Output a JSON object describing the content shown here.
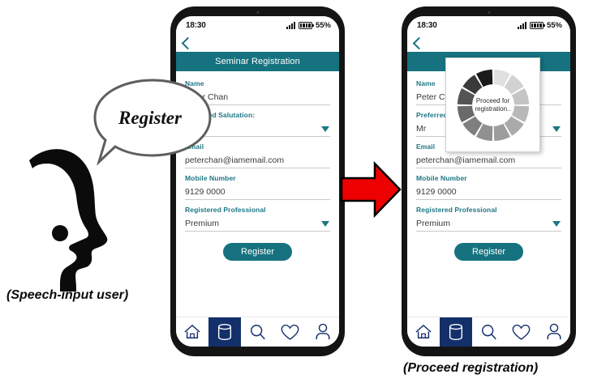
{
  "theme": {
    "teal": "#16727f",
    "label_teal": "#1d7784",
    "nav_active": "#14306b",
    "arrow_red": "#ee0000",
    "phone_frame": "#141414"
  },
  "status_bar": {
    "time": "18:30",
    "battery_percent": "55%",
    "signal_icon": "signal-bars-icon",
    "battery_icon": "battery-icon"
  },
  "nav": {
    "back_icon": "chevron-left-icon"
  },
  "header": {
    "title": "Seminar Registration"
  },
  "form": {
    "fields": [
      {
        "label": "Name",
        "value": "Peter Chan",
        "type": "text"
      },
      {
        "label": "Preferred Salutation:",
        "value": "Mr",
        "type": "select"
      },
      {
        "label": "Email",
        "value": "peterchan@iamemail.com",
        "type": "text"
      },
      {
        "label": "Mobile Number",
        "value": "9129 0000",
        "type": "text"
      },
      {
        "label": "Registered Professional",
        "value": "Premium",
        "type": "select"
      }
    ],
    "submit_label": "Register"
  },
  "bottom_nav": {
    "items": [
      {
        "icon": "home-icon",
        "active": false
      },
      {
        "icon": "database-icon",
        "active": true
      },
      {
        "icon": "search-icon",
        "active": false
      },
      {
        "icon": "heart-icon",
        "active": false
      },
      {
        "icon": "person-icon",
        "active": false
      }
    ]
  },
  "speech_bubble": {
    "text": "Register"
  },
  "face": {
    "icon": "speech-input-user-face-icon"
  },
  "arrow": {
    "icon": "right-arrow-icon"
  },
  "spinner": {
    "text": "Proceed for registration..",
    "segments": [
      "#e0e0e0",
      "#d2d2d2",
      "#c4c4c4",
      "#b8b8b8",
      "#aaaaaa",
      "#9d9d9d",
      "#909090",
      "#7f7f7f",
      "#6a6a6a",
      "#545454",
      "#3a3a3a",
      "#1a1a1a"
    ]
  },
  "captions": {
    "left": "(Speech-input user)",
    "right": "(Proceed registration)"
  }
}
